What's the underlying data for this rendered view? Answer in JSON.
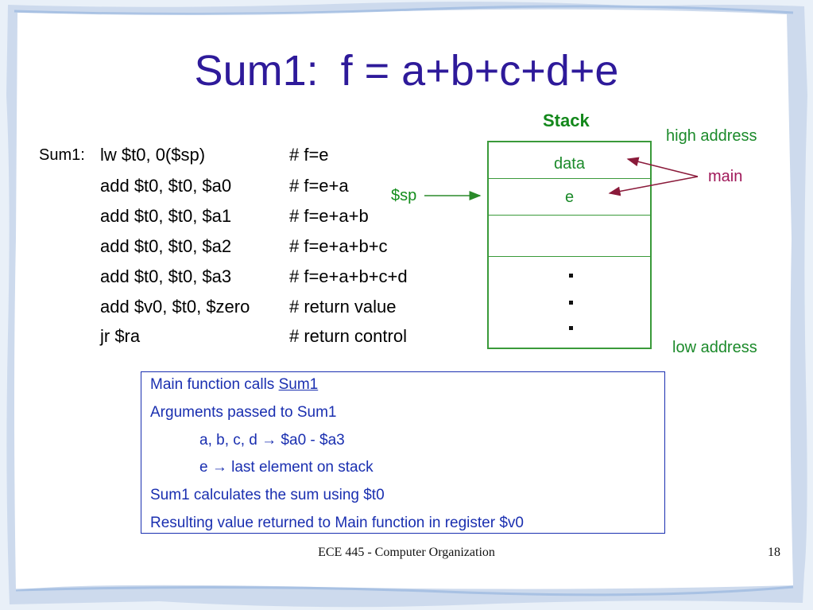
{
  "slide": {
    "title_prefix": "Sum1:",
    "title_formula": "f = a+b+c+d+e",
    "code": {
      "label": "Sum1:",
      "lines": [
        {
          "instr": "lw $t0, 0($sp)",
          "comment": "# f=e"
        },
        {
          "instr": "add $t0, $t0, $a0",
          "comment": "# f=e+a"
        },
        {
          "instr": "add $t0, $t0, $a1",
          "comment": "# f=e+a+b"
        },
        {
          "instr": "add $t0, $t0, $a2",
          "comment": "# f=e+a+b+c"
        },
        {
          "instr": "add $t0, $t0, $a3",
          "comment": "# f=e+a+b+c+d"
        },
        {
          "instr": "add $v0, $t0, $zero",
          "comment": "# return value"
        },
        {
          "instr": "jr $ra",
          "comment": "# return control"
        }
      ]
    },
    "stack": {
      "title": "Stack",
      "high_address": "high address",
      "low_address": "low address",
      "cells": [
        "data",
        "e",
        ""
      ],
      "sp_label": "$sp",
      "main_label": "main",
      "colors": {
        "green": "#13881b",
        "main": "#a0195a"
      }
    },
    "info": {
      "line1_prefix": "Main function calls ",
      "line1_link": "Sum1",
      "line2": "Arguments passed to Sum1",
      "line3": "a, b, c, d → $a0 - $a3",
      "line4": "e → last element on stack",
      "line5": "Sum1 calculates the sum using $t0",
      "line6": "Resulting value returned to Main function in register $v0"
    },
    "footer": "ECE 445 - Computer Organization",
    "page_number": "18",
    "colors": {
      "title": "#2e1a9a",
      "info": "#1a2fb0"
    }
  }
}
